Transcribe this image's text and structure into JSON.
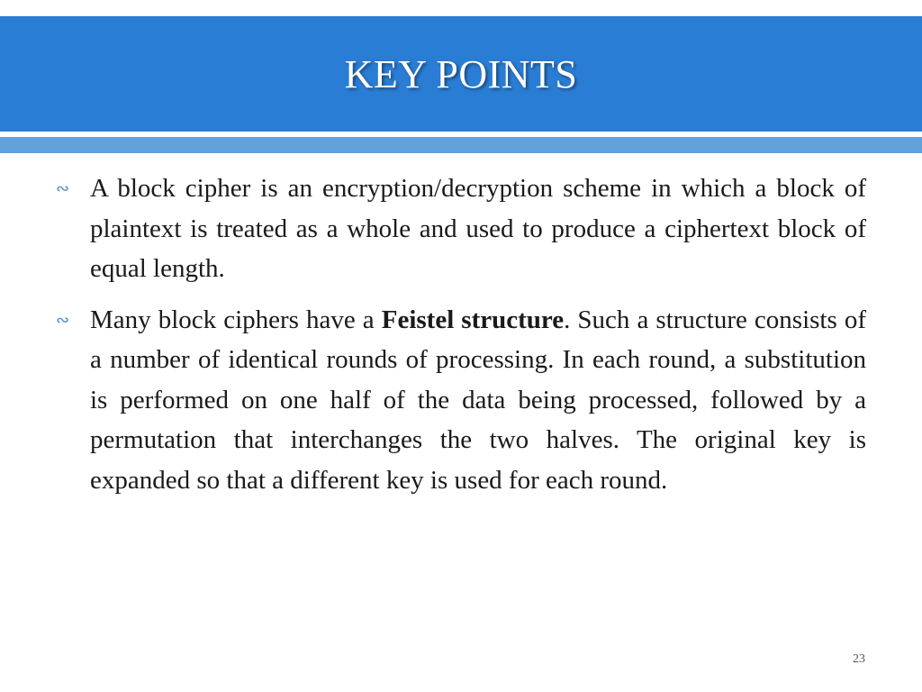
{
  "slide": {
    "title": "KEY POINTS",
    "page_number": "23"
  },
  "bullets": [
    {
      "text": "A block cipher is an encryption/decryption scheme in which a block of plaintext is treated as a whole and used to produce a ciphertext block of equal length."
    },
    {
      "text_before": "Many block ciphers have a ",
      "bold": "Feistel structure",
      "text_after": ". Such a structure consists of a number of identical rounds of processing. In each round, a substitution is performed on one half of the data being processed, followed by a permutation that interchanges the two halves. The original key is expanded so that a different key is used for each round."
    }
  ],
  "colors": {
    "title_bar": "#2a7dd4",
    "sub_band": "#5fa2dc",
    "bullet_icon": "#4a8fd0"
  },
  "icons": {
    "bullet": "ornament-bullet-icon"
  }
}
